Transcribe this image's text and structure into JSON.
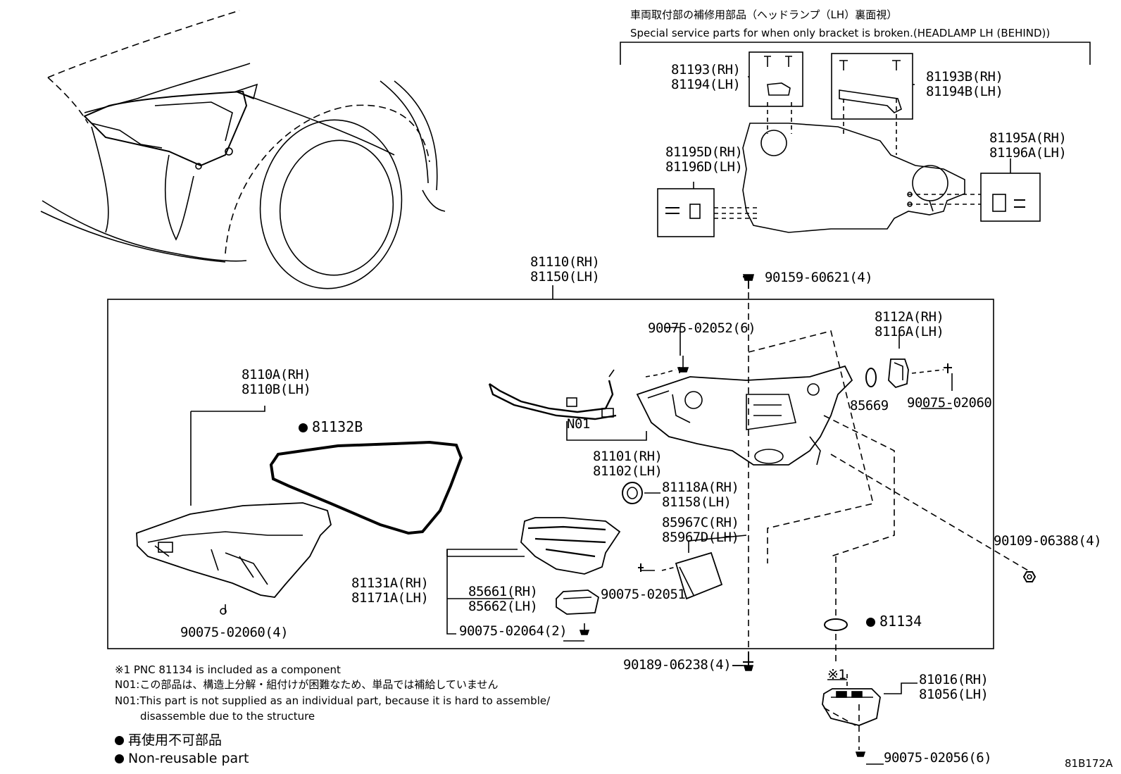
{
  "header": {
    "title_jp": "車両取付部の補修用部品（ヘッドランプ（LH）裏面視）",
    "title_en": "Special service parts for when only bracket is broken.(HEADLAMP LH (BEHIND))"
  },
  "parts": {
    "p81193": [
      "81193(RH)",
      "81194(LH)"
    ],
    "p81193b": [
      "81193B(RH)",
      "81194B(LH)"
    ],
    "p81195d": [
      "81195D(RH)",
      "81196D(LH)"
    ],
    "p81195a": [
      "81195A(RH)",
      "81196A(LH)"
    ],
    "p81110": [
      "81110(RH)",
      "81150(LH)"
    ],
    "p90159": "90159-60621(4)",
    "p90075_52": "90075-02052(6)",
    "p8112a": [
      "8112A(RH)",
      "8116A(LH)"
    ],
    "p85669": "85669",
    "p90075_60": "90075-02060",
    "p8110a": [
      "8110A(RH)",
      "8110B(LH)"
    ],
    "p81132b": "81132B",
    "n01": "N01",
    "p81101": [
      "81101(RH)",
      "81102(LH)"
    ],
    "p81118a": [
      "81118A(RH)",
      "81158(LH)"
    ],
    "p85967c": [
      "85967C(RH)",
      "85967D(LH)"
    ],
    "p90109": "90109-06388(4)",
    "p81131a": [
      "81131A(RH)",
      "81171A(LH)"
    ],
    "p85661": [
      "85661(RH)",
      "85662(LH)"
    ],
    "p90075_51": "90075-02051",
    "p90075_60_4": "90075-02060(4)",
    "p90075_64": "90075-02064(2)",
    "p81134": "81134",
    "p90189": "90189-06238(4)",
    "mark1": "※1",
    "p81016": [
      "81016(RH)",
      "81056(LH)"
    ],
    "p90075_56": "90075-02056(6)"
  },
  "notes": {
    "n1": "※1 PNC 81134 is included as a component",
    "n2": "N01:この部品は、構造上分解・組付けが困難なため、単品では補給していません",
    "n3": "N01:This part is not supplied as an individual part, because it is hard to assemble/",
    "n4": "disassemble due to the structure"
  },
  "legend": {
    "jp": "再使用不可部品",
    "en": "Non-reusable part"
  },
  "diagram_code": "81B172A"
}
